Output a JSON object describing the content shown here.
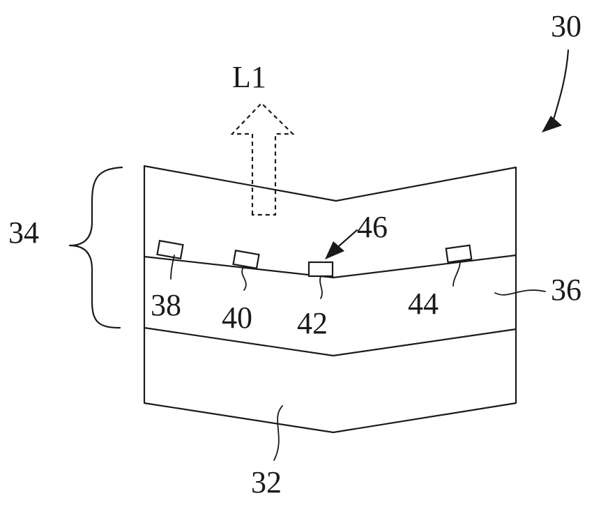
{
  "labels": {
    "device": "30",
    "emission": "L1",
    "stack": "34",
    "led_array": "46",
    "layer": "36",
    "substrate": "32",
    "chip_a": "38",
    "chip_b": "40",
    "chip_c": "42",
    "chip_d": "44"
  },
  "colors": {
    "line": "#1a1a1a",
    "background": "#ffffff"
  }
}
